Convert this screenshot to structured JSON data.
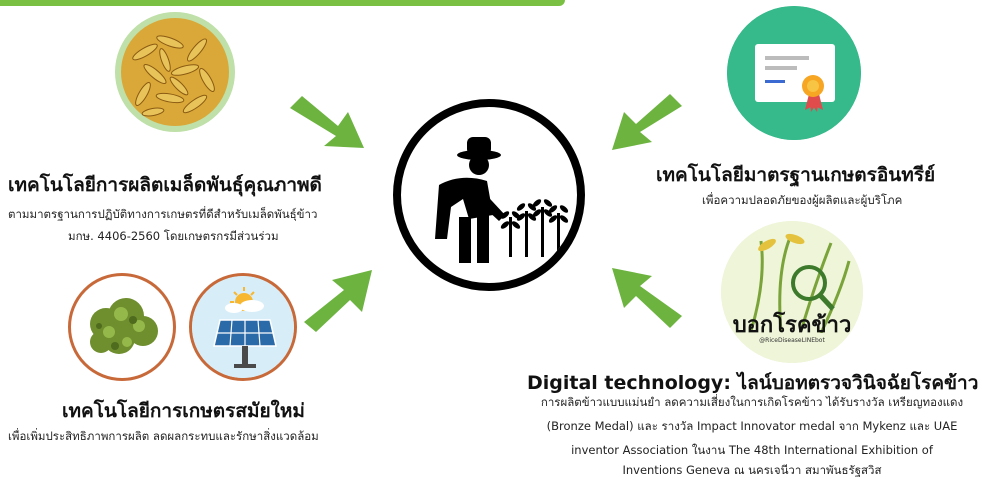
{
  "colors": {
    "accent_green": "#7ac143",
    "arrow_green": "#6cb33f",
    "icon_black": "#000000"
  },
  "center": {
    "icon": "farmer-with-rice-plants-icon"
  },
  "top_left": {
    "icon": "rice-seeds-photo",
    "title": "เทคโนโลยีการผลิตเมล็ดพันธุ์คุณภาพดี",
    "line1": "ตามมาตรฐานการปฏิบัติทางการเกษตรที่ดีสำหรับเมล็ดพันธุ์ข้าว",
    "line2": "มกษ. 4406-2560 โดยเกษตรกรมีส่วนร่วม"
  },
  "bottom_left": {
    "icons": [
      "organic-fertilizer-photo",
      "solar-panel-icon"
    ],
    "title": "เทคโนโลยีการเกษตรสมัยใหม่",
    "line1": "เพื่อเพิ่มประสิทธิภาพการผลิต ลดผลกระทบและรักษาสิ่งแวดล้อม"
  },
  "top_right": {
    "icon": "certificate-icon",
    "title": "เทคโนโลยีมาตรฐานเกษตรอินทรีย์",
    "line1": "เพื่อความปลอดภัยของผู้ผลิตและผู้บริโภค"
  },
  "bottom_right": {
    "icon": "rice-disease-line-bot-logo",
    "logo_text": "บอกโรคข้าว",
    "logo_handle": "@RiceDiseaseLINEbot",
    "title": "Digital technology: ไลน์บอทตรวจวินิจฉัยโรคข้าว",
    "line1": "การผลิตข้าวแบบแม่นยำ ลดความเสี่ยงในการเกิดโรคข้าว ได้รับรางวัล เหรียญทองแดง",
    "line2": "(Bronze Medal) และ รางวัล Impact Innovator medal จาก Mykenz และ UAE",
    "line3": "inventor Association ในงาน The 48th International Exhibition of",
    "line4": "Inventions Geneva ณ นครเจนีวา สมาพันธรัฐสวิส"
  }
}
